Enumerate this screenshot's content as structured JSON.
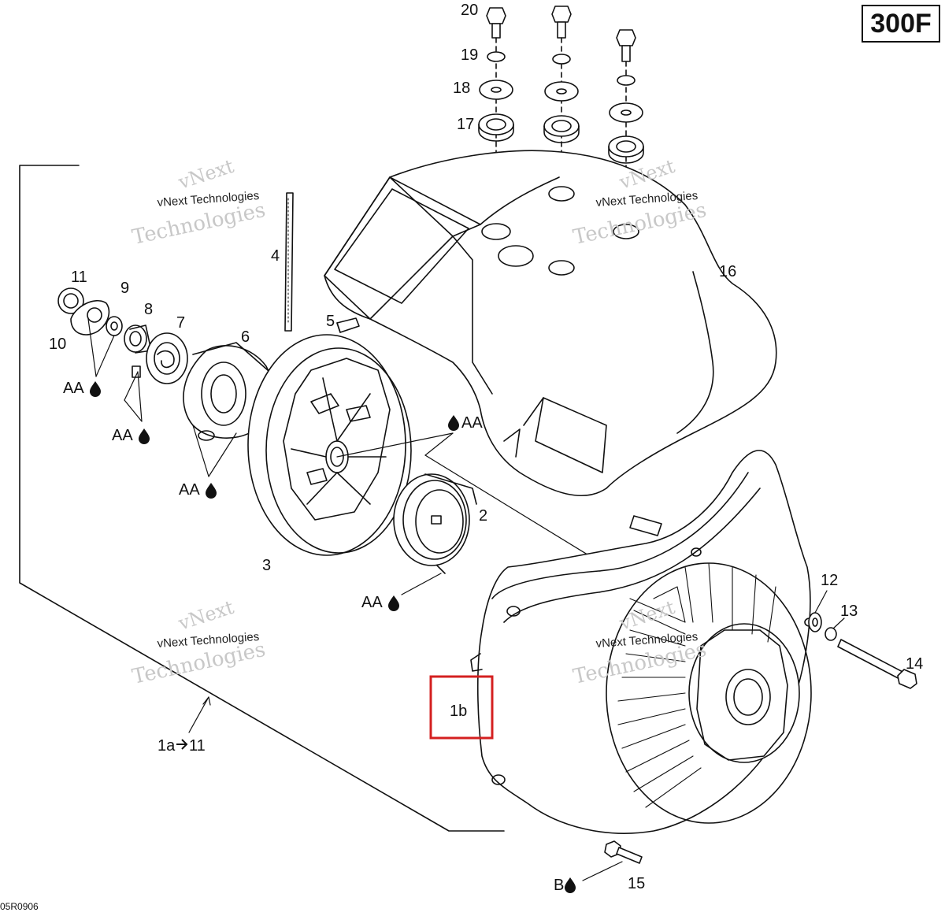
{
  "sheet": {
    "code": "300F",
    "drawing_id": "05R0906"
  },
  "watermark": {
    "line1": "vNext Technologies",
    "line2": "vNext",
    "line3": "Technologies"
  },
  "callouts": {
    "p1a_11": "1a",
    "p1a_11_to": "11",
    "p1b": "1b",
    "p2": "2",
    "p3": "3",
    "p4": "4",
    "p5": "5",
    "p6": "6",
    "p7": "7",
    "p8": "8",
    "p9": "9",
    "p10": "10",
    "p11": "11",
    "p12": "12",
    "p13": "13",
    "p14": "14",
    "p15": "15",
    "p16": "16",
    "p17": "17",
    "p18": "18",
    "p19": "19",
    "p20": "20"
  },
  "lubricants": {
    "aa": "AA",
    "b": "B"
  },
  "highlight": {
    "target": "1b",
    "color": "#d42020"
  }
}
